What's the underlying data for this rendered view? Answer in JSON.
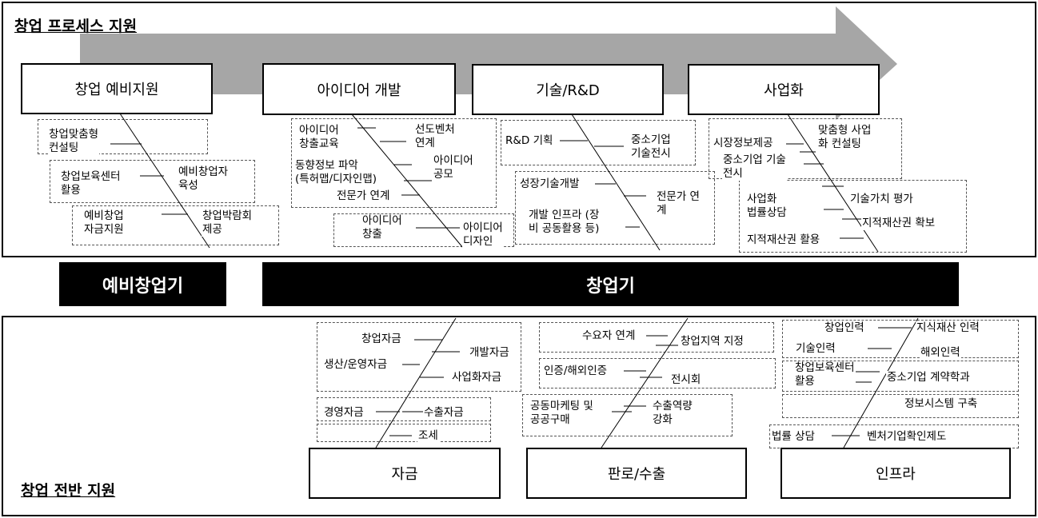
{
  "titles": {
    "top": "창업 프로세스 지원",
    "bottom": "창업 전반 지원"
  },
  "phases": {
    "pre": "예비창업기",
    "main": "창업기"
  },
  "stages": {
    "pre_support": "창업 예비지원",
    "idea": "아이디어 개발",
    "tech": "기술/R&D",
    "commercial": "사업화",
    "fund": "자금",
    "sales": "판로/수출",
    "infra": "인프라"
  },
  "items": {
    "pre": {
      "a1": "창업맞춤형\n컨설팅",
      "a2": "창업보육센터\n활용",
      "a3": "예비창업자\n육성",
      "a4": "예비창업\n자금지원",
      "a5": "창업박람회\n제공"
    },
    "idea": {
      "b1": "아이디어\n창출교육",
      "b2": "선도벤처\n연계",
      "b3": "동향정보 파악\n(특허맵/디자인맵)",
      "b4": "아이디어\n공모",
      "b5": "전문가 연계",
      "b6": "아이디어\n창출",
      "b7": "아이디어\n디자인"
    },
    "tech": {
      "c1": "R&D 기획",
      "c2": "중소기업\n기술전시",
      "c3": "성장기술개발",
      "c4": "전문가 연\n계",
      "c5": "개발 인프라 (장\n비 공동활용 등)"
    },
    "commercial": {
      "d1": "시장정보제공",
      "d2": "맞춤형 사업\n화 컨설팅",
      "d3": "중소기업 기술\n전시",
      "d4": "사업화\n법률상담",
      "d5": "기술가치 평가",
      "d6": "지적재산권 확보",
      "d7": "지적재산권 활용"
    },
    "fund": {
      "e1": "창업자금",
      "e2": "개발자금",
      "e3": "생산/운영자금",
      "e4": "사업화자금",
      "e5": "경영자금",
      "e6": "수출자금",
      "e7": "조세"
    },
    "sales": {
      "f1": "수요자 연계",
      "f2": "창업지역 지정",
      "f3": "인증/해외인증",
      "f4": "전시회",
      "f5": "공동마케팅 및\n공공구매",
      "f6": "수출역량\n강화"
    },
    "infra": {
      "g1": "창업인력",
      "g2": "지식재산 인력",
      "g3": "기술인력",
      "g4": "해외인력",
      "g5": "창업보육센터\n활용",
      "g6": "중소기업 계약학과",
      "g7": "정보시스템 구축",
      "g8": "법률 상담",
      "g9": "벤처기업확인제도"
    }
  },
  "colors": {
    "arrow": "#a6a6a6",
    "phase_bg": "#000000",
    "phase_text": "#ffffff"
  }
}
